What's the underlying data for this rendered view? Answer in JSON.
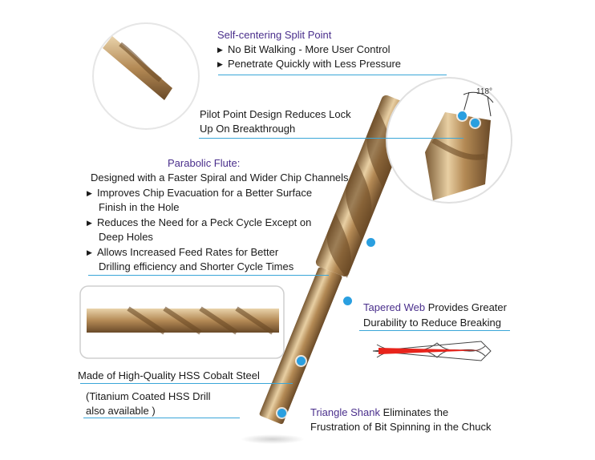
{
  "split_point": {
    "heading": "Self-centering Split Point",
    "bullets": [
      "No Bit Walking - More User Control",
      "Penetrate Quickly with Less Pressure"
    ]
  },
  "pilot_point": {
    "lines": [
      "Pilot Point Design Reduces Lock",
      "Up On Breakthrough"
    ]
  },
  "angle_label": "118°",
  "parabolic_flute": {
    "heading": "Parabolic Flute:",
    "subheading": "Designed with a Faster Spiral and Wider Chip Channels",
    "bullets": [
      [
        "Improves Chip Evacuation for a Better Surface",
        "Finish in the Hole"
      ],
      [
        "Reduces the Need for a Peck Cycle Except on",
        "Deep Holes"
      ],
      [
        "Allows Increased Feed Rates for Better",
        "Drilling efficiency and Shorter Cycle Times"
      ]
    ]
  },
  "tapered_web": {
    "heading": "Tapered Web",
    "rest": " Provides Greater",
    "line2": "Durability to Reduce Breaking"
  },
  "material": {
    "line1": "Made of High-Quality HSS Cobalt Steel",
    "note1": "(Titanium Coated HSS Drill",
    "note2": "also available )"
  },
  "shank": {
    "heading": "Triangle Shank",
    "rest": " Eliminates the",
    "line2": "Frustration of Bit Spinning in the Chuck"
  },
  "colors": {
    "accent": "#3aa6d8",
    "heading": "#4a2f8c",
    "bronze": "#c9a36a",
    "web": "#e8231b"
  }
}
